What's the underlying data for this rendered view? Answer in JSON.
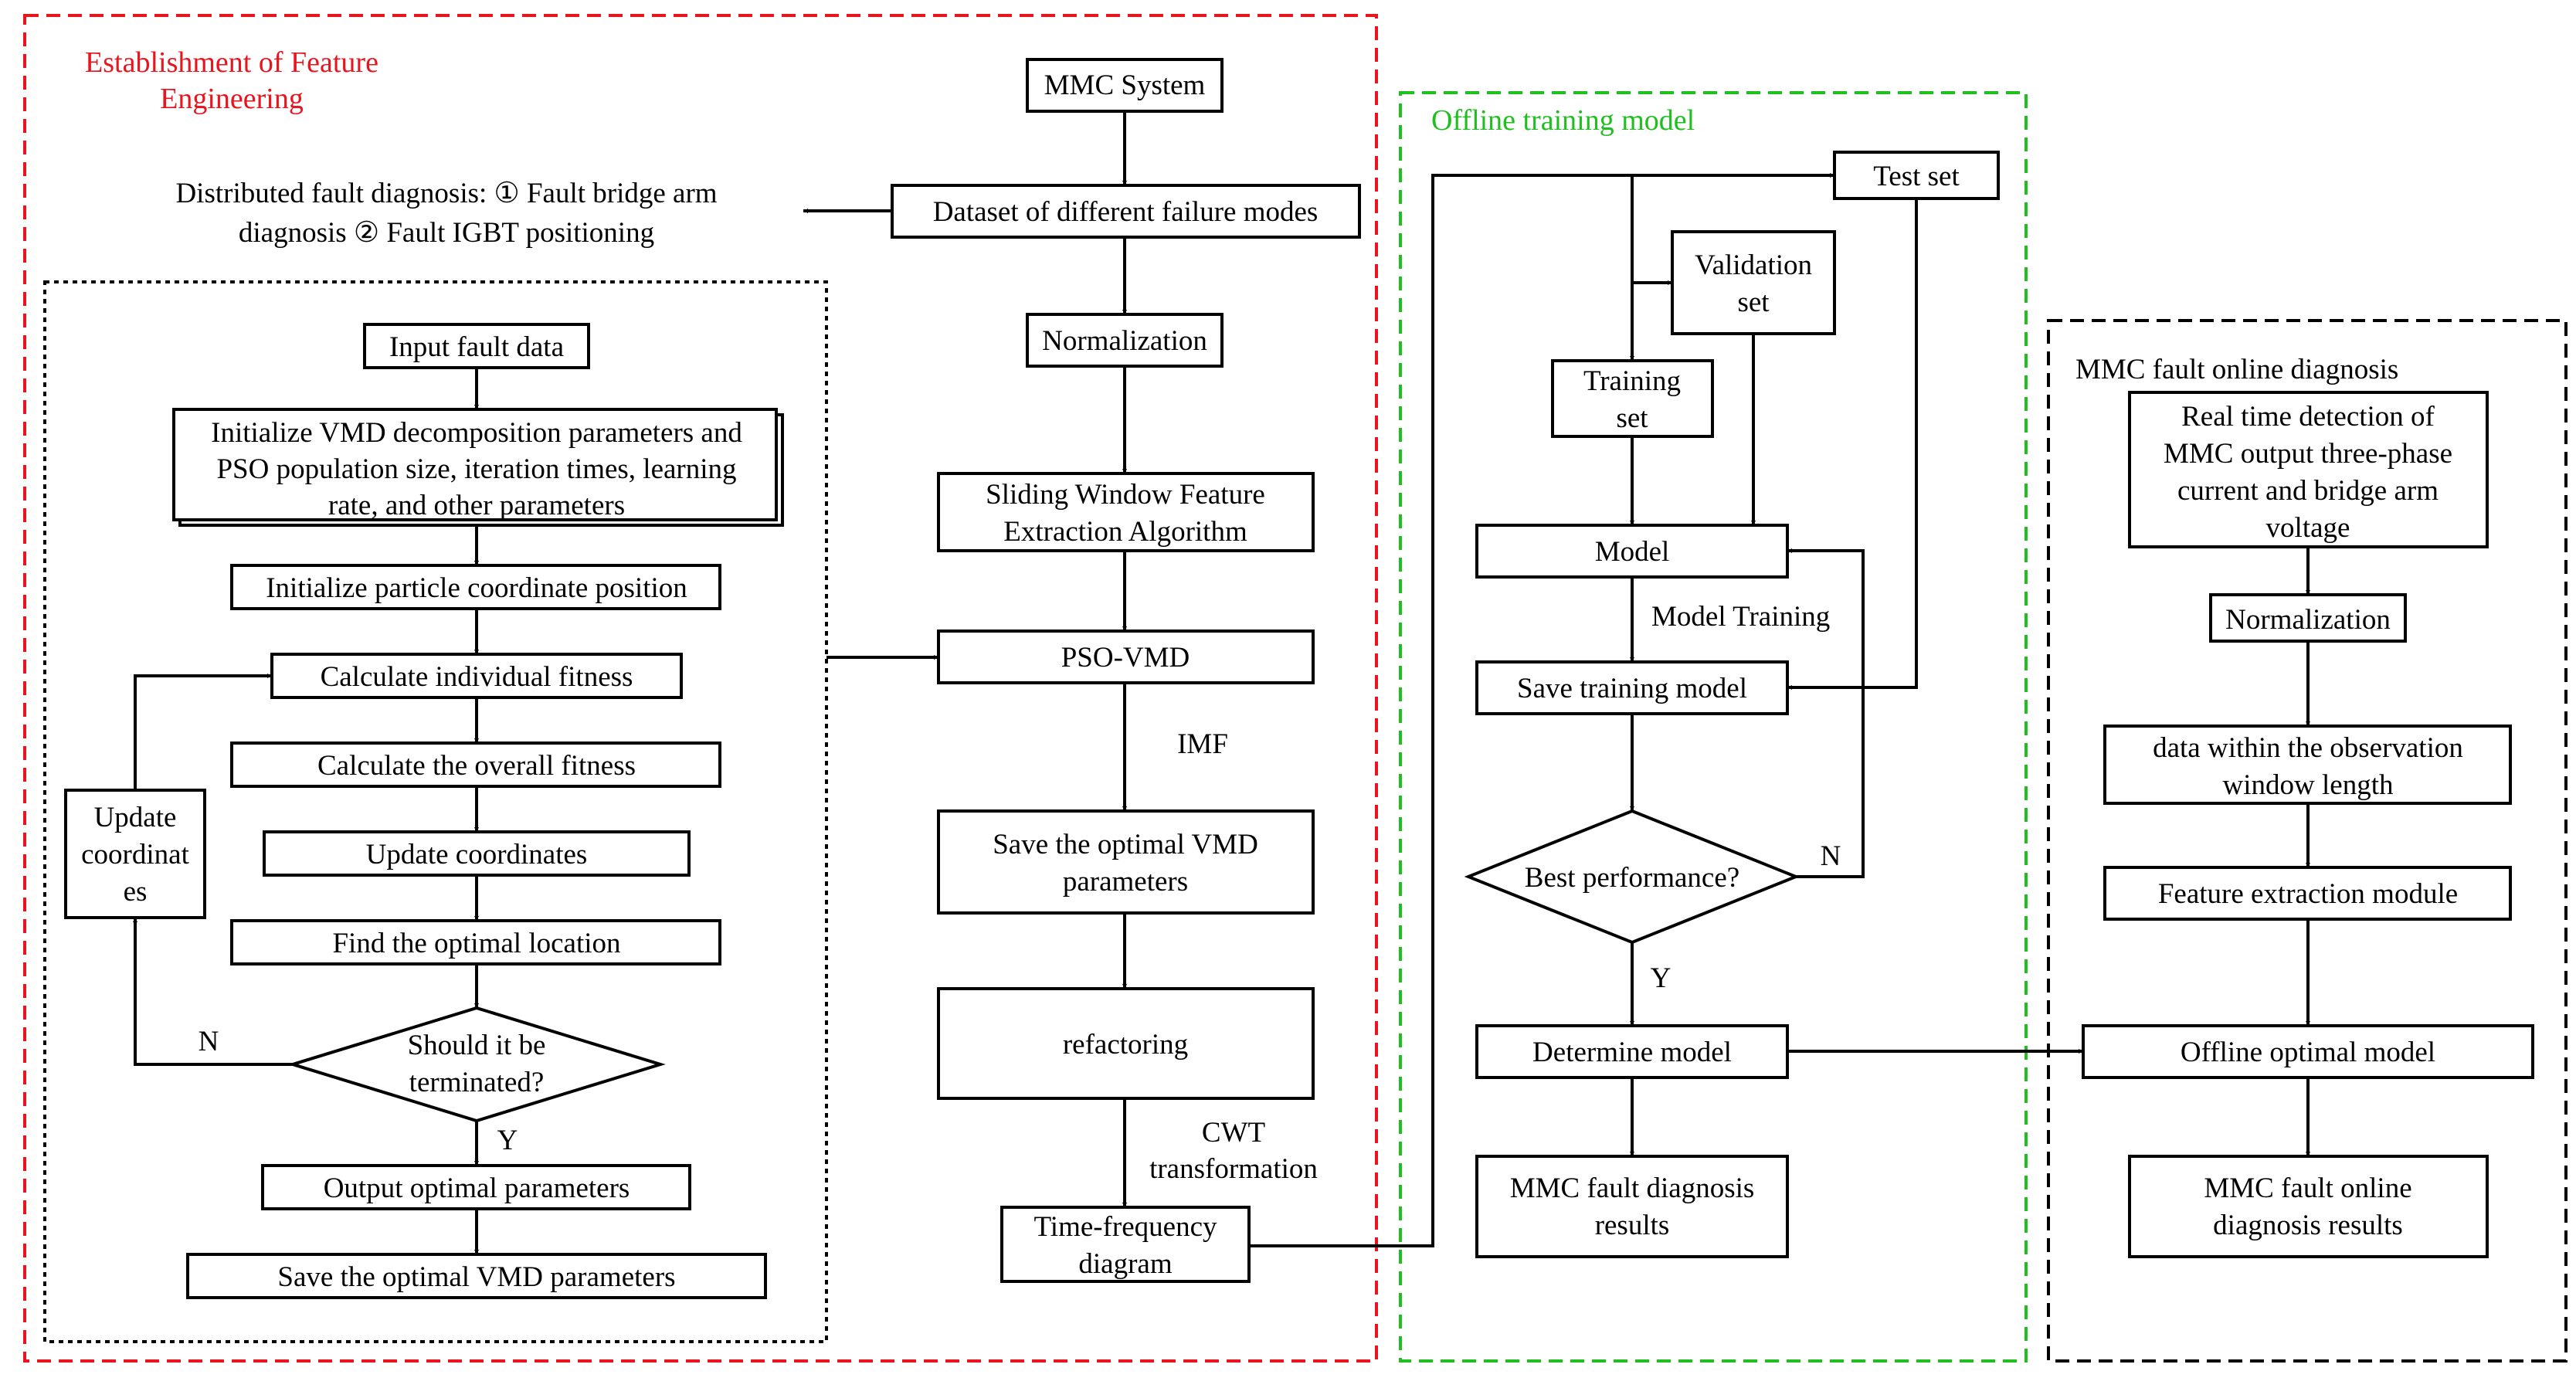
{
  "colors": {
    "feature_region": "#e8141e",
    "offline_region": "#1fbf1f",
    "online_region": "#000000",
    "line": "#000000"
  },
  "regions": {
    "feature": "Establishment of Feature Engineering",
    "offline": "Offline training model",
    "online": "MMC fault online diagnosis"
  },
  "distributed_note": {
    "line1": "Distributed fault diagnosis: ① Fault bridge arm",
    "line2": "diagnosis ② Fault IGBT positioning"
  },
  "pso_loop": {
    "input": "Input fault data",
    "init_vmd": [
      "Initialize VMD decomposition parameters and",
      "PSO population size, iteration times, learning",
      "rate, and other parameters"
    ],
    "init_particle": "Initialize particle coordinate position",
    "individual_fitness": "Calculate individual fitness",
    "overall_fitness": "Calculate the overall fitness",
    "update_coords": "Update coordinates",
    "find_optimal": "Find the optimal location",
    "terminate_q": [
      "Should it be",
      "terminated?"
    ],
    "update_side": [
      "Update",
      "coordinat",
      "es"
    ],
    "label_n": "N",
    "label_y": "Y",
    "output_params": "Output optimal parameters",
    "save_params": "Save the optimal VMD parameters"
  },
  "main_column": {
    "mmc_system": "MMC System",
    "dataset": "Dataset of different failure modes",
    "normalization": "Normalization",
    "sliding_window": [
      "Sliding Window Feature",
      "Extraction Algorithm"
    ],
    "pso_vmd": "PSO-VMD",
    "imf_label": "IMF",
    "save_vmd": [
      "Save the optimal VMD",
      "parameters"
    ],
    "refactoring": "refactoring",
    "cwt_label": [
      "CWT",
      "transformation"
    ],
    "tf_diagram": [
      "Time-frequency",
      "diagram"
    ]
  },
  "offline": {
    "test_set": "Test set",
    "validation_set": [
      "Validation",
      "set"
    ],
    "training_set": [
      "Training",
      "set"
    ],
    "model": "Model",
    "model_training": "Model Training",
    "save_model": "Save training model",
    "best_q": "Best performance?",
    "label_n": "N",
    "label_y": "Y",
    "determine": "Determine model",
    "results": [
      "MMC fault diagnosis",
      "results"
    ]
  },
  "online": {
    "realtime": [
      "Real time detection of",
      "MMC output three-phase",
      "current and bridge arm",
      "voltage"
    ],
    "normalization": "Normalization",
    "window": [
      "data within the observation",
      "window length"
    ],
    "feature_module": "Feature extraction module",
    "offline_model": "Offline optimal model",
    "results": [
      "MMC fault online",
      "diagnosis results"
    ]
  }
}
